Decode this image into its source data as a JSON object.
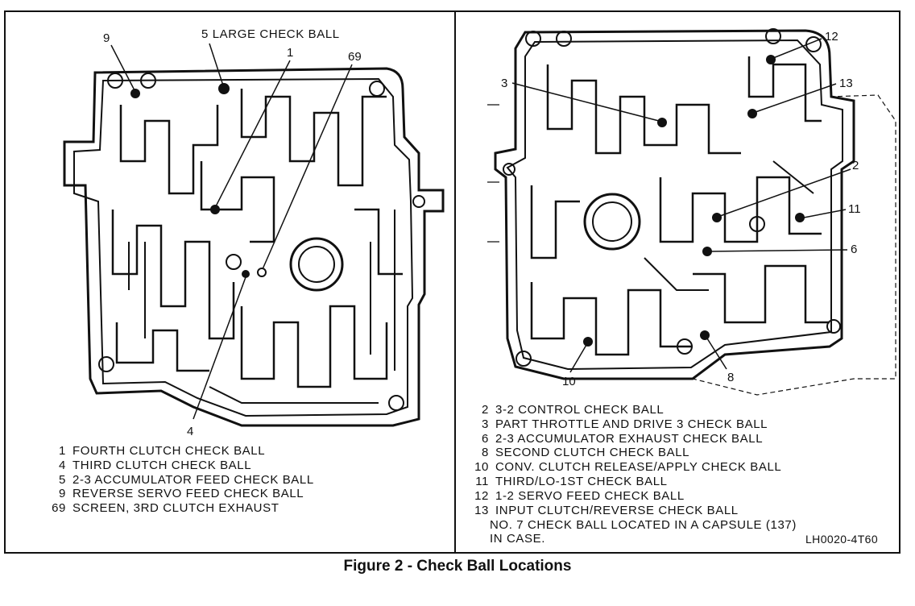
{
  "caption": "Figure 2 - Check Ball Locations",
  "drawing_code": "LH0020-4T60",
  "left_plate": {
    "callouts": {
      "c9": "9",
      "c5": "5 LARGE CHECK BALL",
      "c1": "1",
      "c69": "69",
      "c4": "4"
    },
    "legend": [
      {
        "num": "1",
        "text": "FOURTH CLUTCH CHECK BALL"
      },
      {
        "num": "4",
        "text": "THIRD CLUTCH CHECK BALL"
      },
      {
        "num": "5",
        "text": "2-3 ACCUMULATOR FEED CHECK BALL"
      },
      {
        "num": "9",
        "text": "REVERSE SERVO FEED CHECK BALL"
      },
      {
        "num": "69",
        "text": "SCREEN, 3RD CLUTCH EXHAUST"
      }
    ]
  },
  "right_plate": {
    "callouts": {
      "c12": "12",
      "c3": "3",
      "c13": "13",
      "c2": "2",
      "c11": "11",
      "c6": "6",
      "c10": "10",
      "c8": "8"
    },
    "legend": [
      {
        "num": "2",
        "text": "3-2 CONTROL CHECK BALL"
      },
      {
        "num": "3",
        "text": "PART THROTTLE AND DRIVE 3 CHECK BALL"
      },
      {
        "num": "6",
        "text": "2-3 ACCUMULATOR EXHAUST CHECK BALL"
      },
      {
        "num": "8",
        "text": "SECOND CLUTCH CHECK BALL"
      },
      {
        "num": "10",
        "text": "CONV. CLUTCH RELEASE/APPLY CHECK BALL"
      },
      {
        "num": "11",
        "text": "THIRD/LO-1ST CHECK BALL"
      },
      {
        "num": "12",
        "text": "1-2 SERVO FEED CHECK BALL"
      },
      {
        "num": "13",
        "text": "INPUT CLUTCH/REVERSE CHECK BALL"
      }
    ],
    "note_line1": "NO. 7 CHECK BALL LOCATED IN A CAPSULE (137)",
    "note_line2": "IN CASE."
  }
}
